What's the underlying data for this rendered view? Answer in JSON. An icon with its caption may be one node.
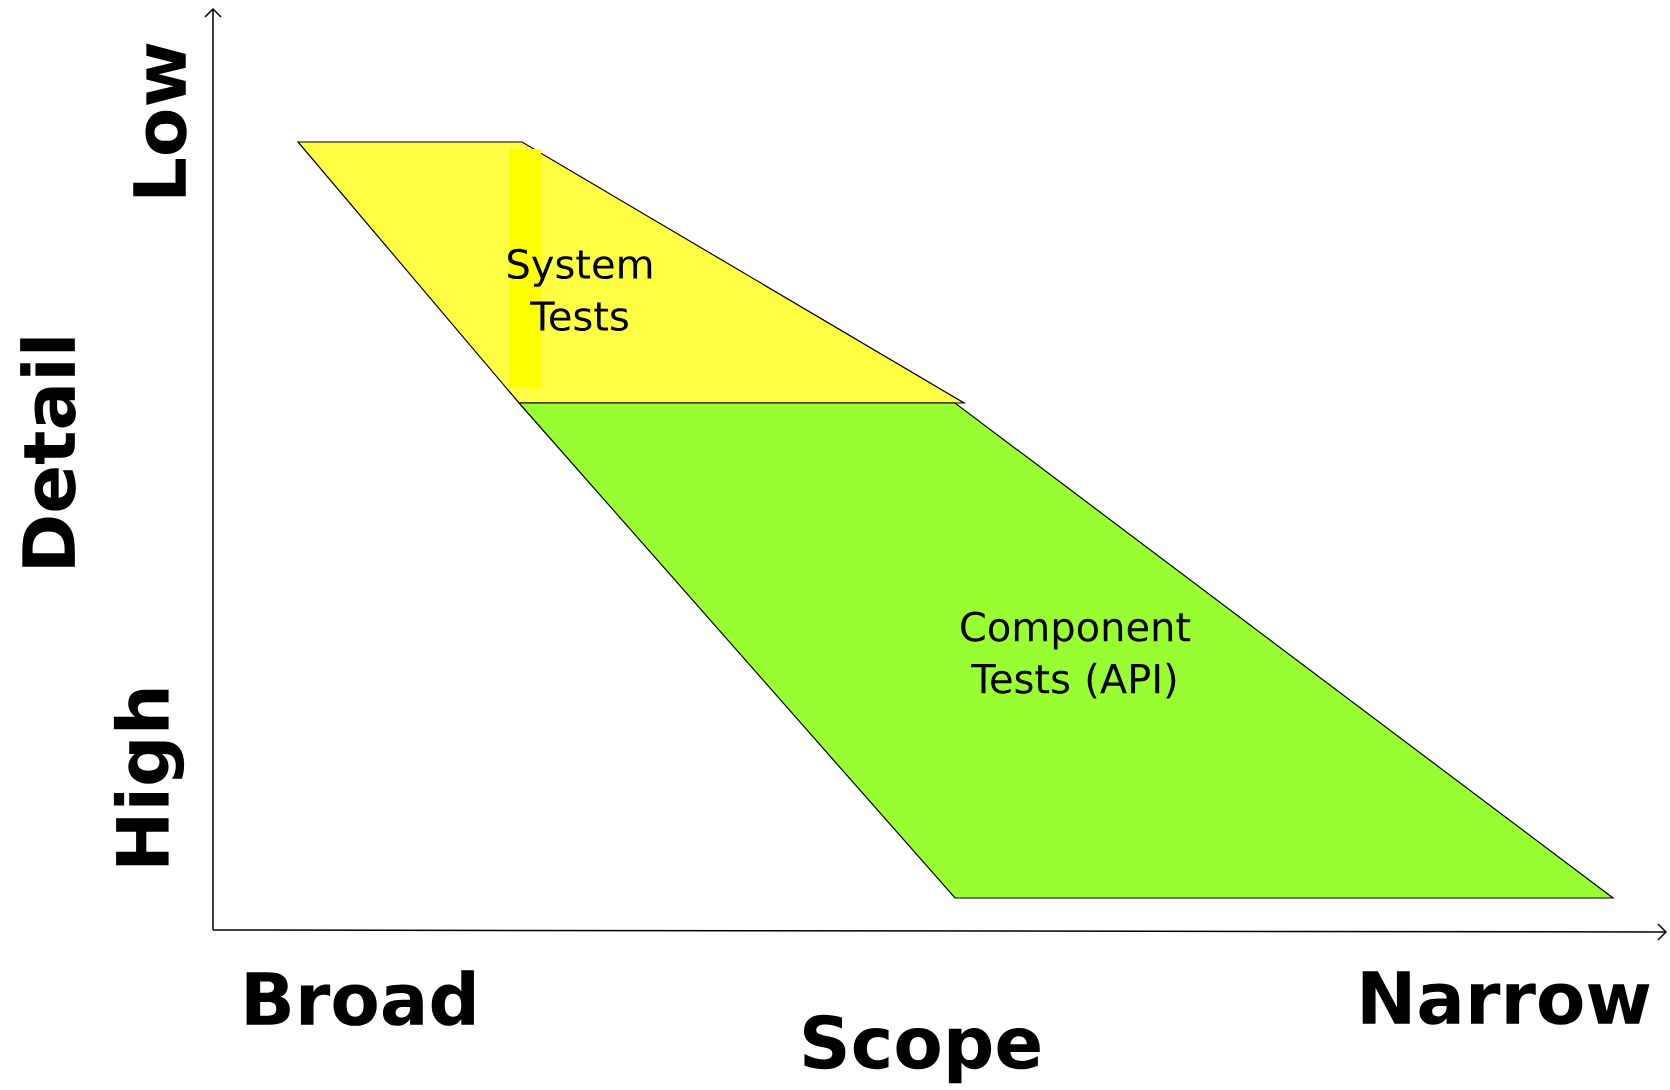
{
  "diagram": {
    "nodes": [
      {
        "text": [
          "System Tests"
        ]
      },
      {
        "text": [
          "Component Tests (API)"
        ]
      }
    ],
    "edges": [],
    "labels": [
      "Low",
      "Detail",
      "High",
      "Broad",
      "Scope",
      "Narrow"
    ]
  }
}
